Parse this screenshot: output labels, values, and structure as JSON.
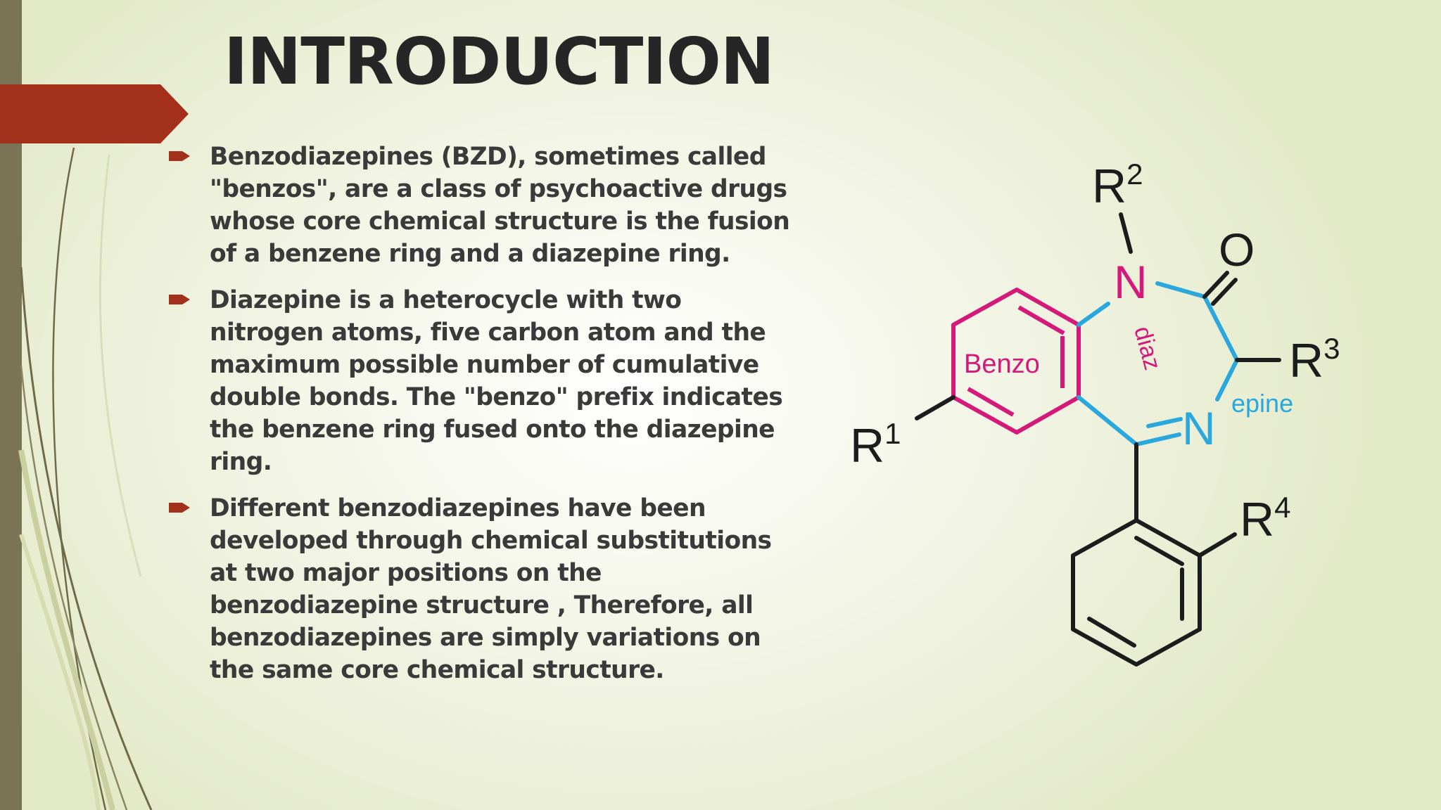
{
  "slide": {
    "title": "INTRODUCTION",
    "bullets": [
      "Benzodiazepines (BZD), sometimes called \"benzos\", are a class of psychoactive drugs whose core chemical structure is the fusion of a benzene ring and a diazepine ring.",
      "Diazepine is a heterocycle with two nitrogen atoms, five carbon atom and the maximum possible number of cumulative double bonds. The \"benzo\" prefix indicates the benzene ring fused onto the diazepine ring.",
      "Different benzodiazepines have been developed through chemical substitutions at two major positions on the benzodiazepine structure , Therefore, all benzodiazepines are simply variations on the same core chemical structure."
    ],
    "bullet_icon": "arrow-bullet-icon",
    "colors": {
      "accent": "#a3301a",
      "bar": "#7a7356",
      "text": "#3a3a3a",
      "benzo": "#d4197a",
      "epine": "#2aa7dc"
    }
  },
  "structure": {
    "labels": {
      "r1": "R",
      "r1_sup": "1",
      "r2": "R",
      "r2_sup": "2",
      "r3": "R",
      "r3_sup": "3",
      "r4": "R",
      "r4_sup": "4",
      "n1": "N",
      "n4": "N",
      "o": "O",
      "benzo": "Benzo",
      "diaz": "diaz",
      "epine": "epine"
    }
  }
}
